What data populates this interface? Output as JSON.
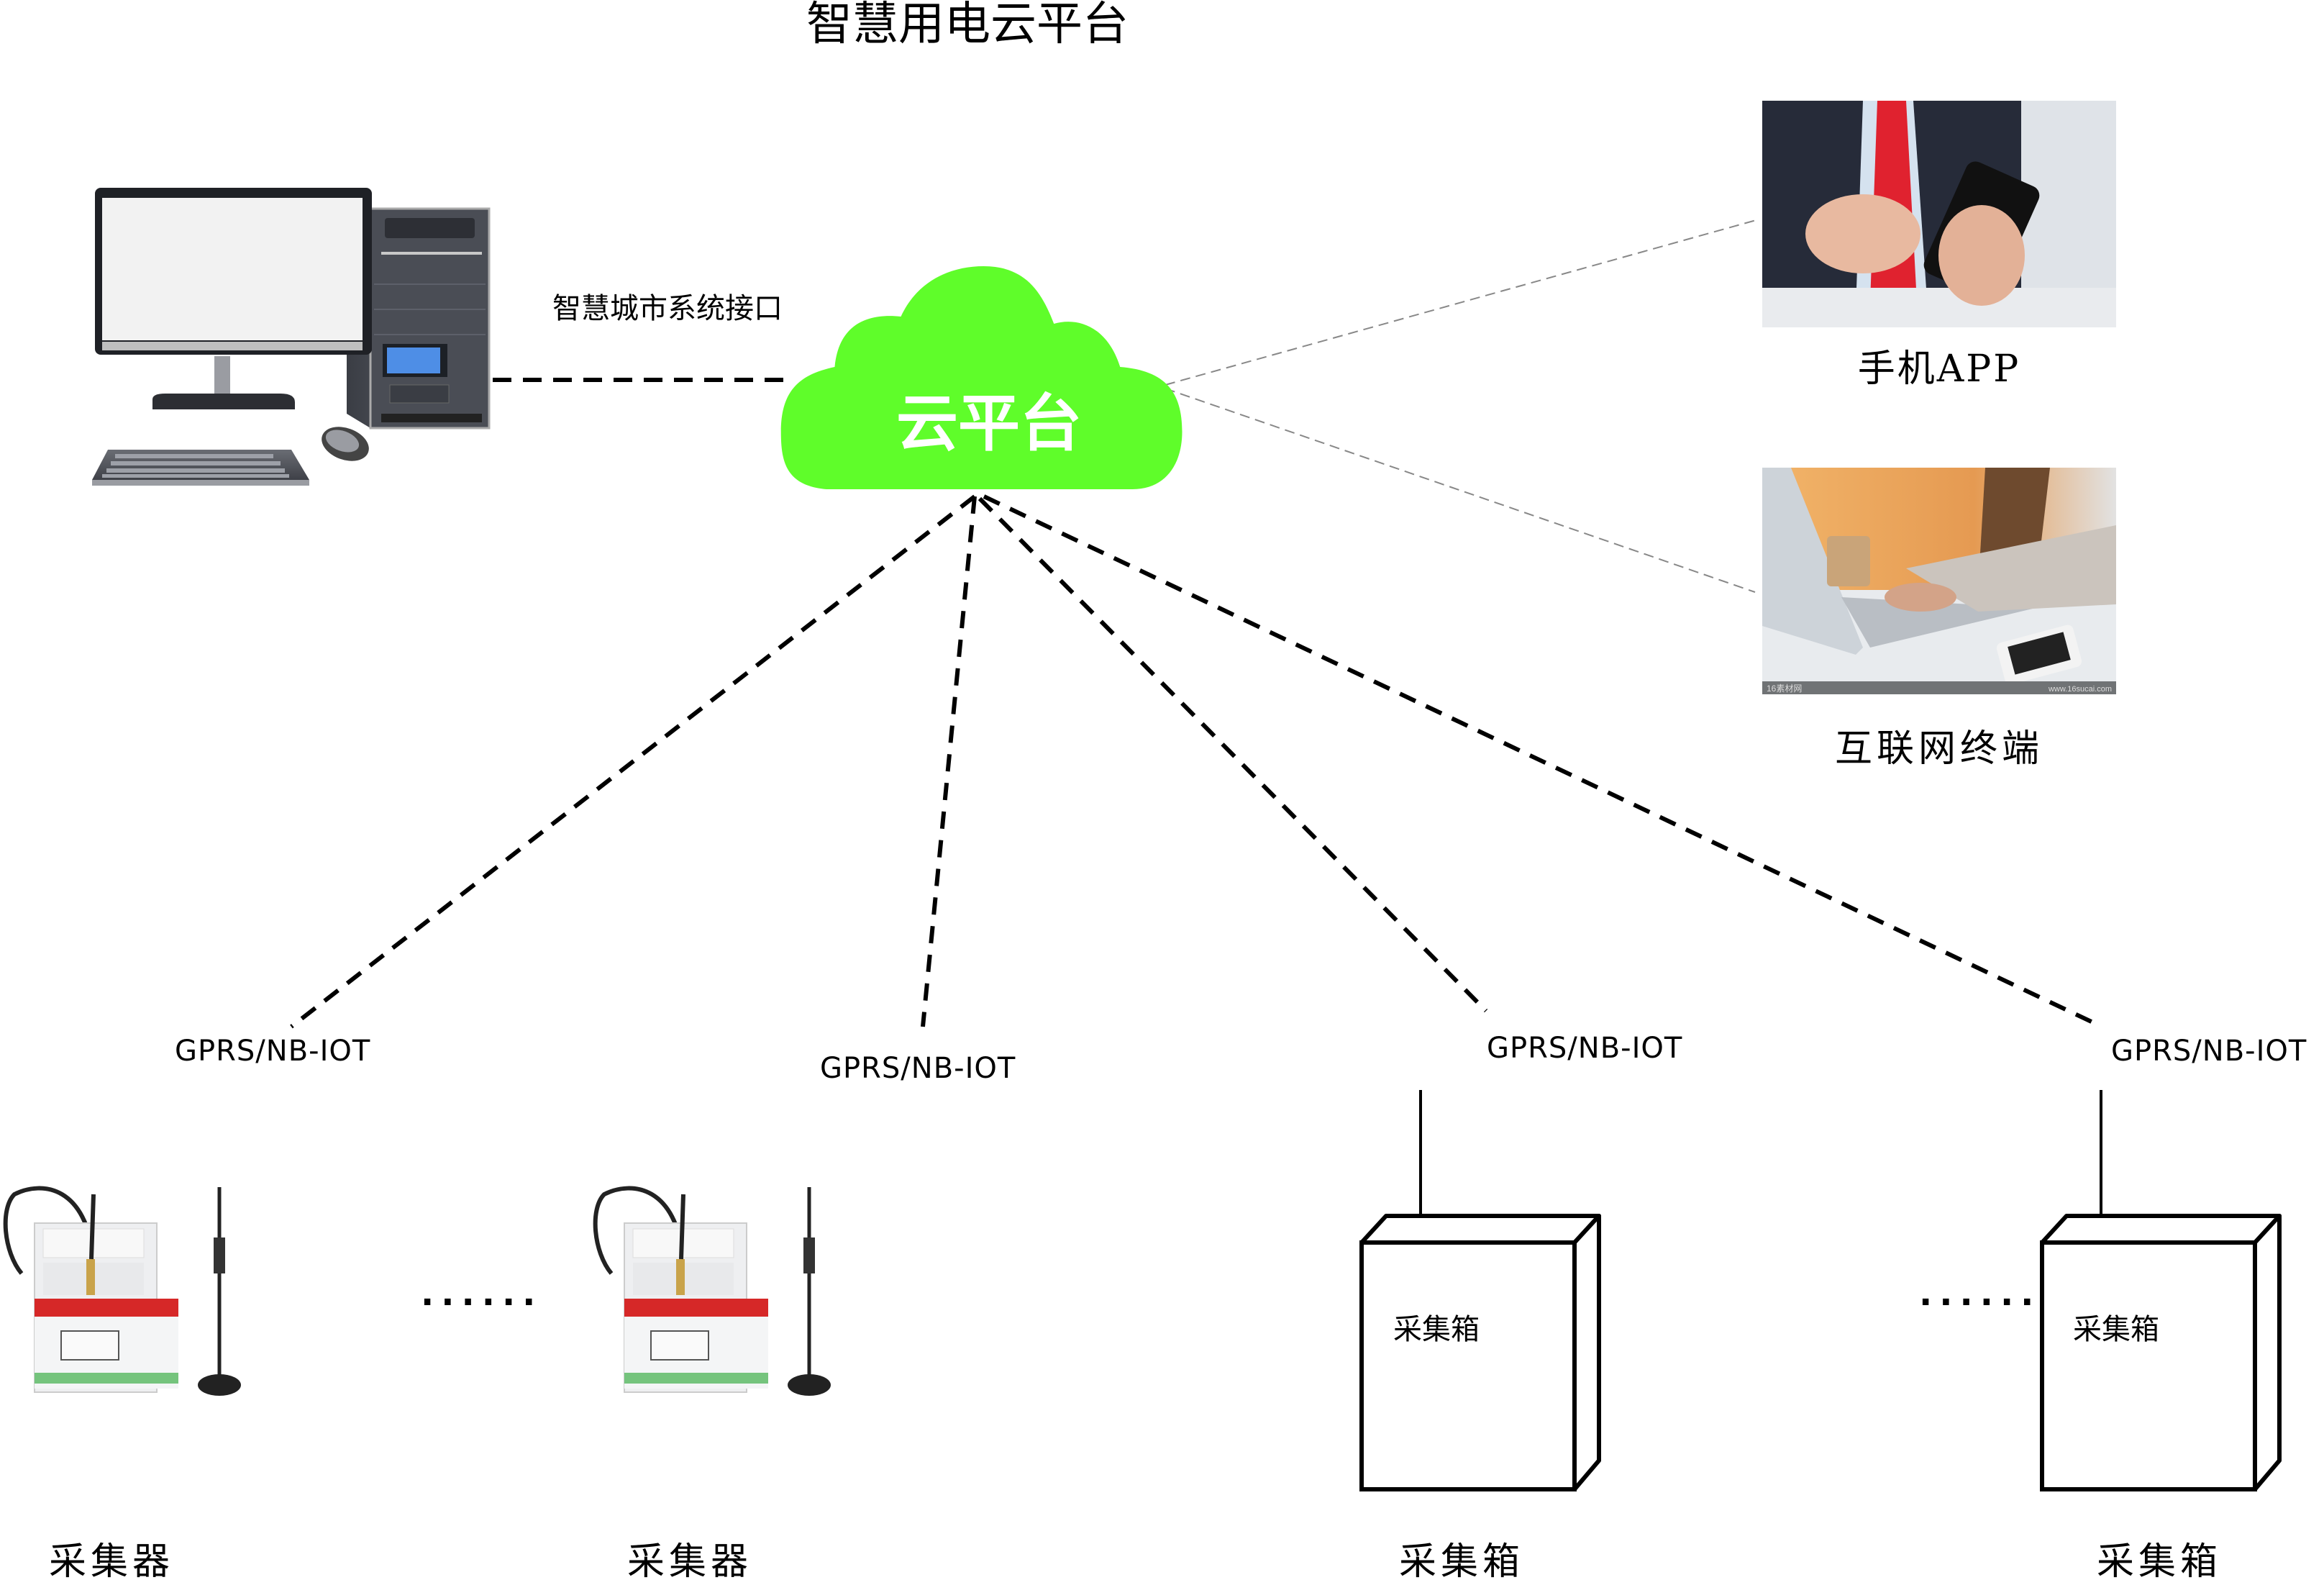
{
  "title": "智慧用电云平台",
  "pc": {
    "label": "智慧城市系统接口"
  },
  "cloud": {
    "label": "云平台",
    "color": "#5ffd2a"
  },
  "clients": [
    {
      "label": "手机APP"
    },
    {
      "label": "互联网终端",
      "watermark_left": "16素材网",
      "watermark_right": "www.16sucai.com"
    }
  ],
  "link_labels": [
    "GPRS/NB-IOT",
    "GPRS/NB-IOT",
    "GPRS/NB-IOT",
    "GPRS/NB-IOT"
  ],
  "devices": {
    "collectors": [
      {
        "label": "采集器"
      },
      {
        "label": "采集器"
      }
    ],
    "boxes": [
      {
        "label": "采集箱",
        "inner_label": "采集箱"
      },
      {
        "label": "采集箱",
        "inner_label": "采集箱"
      }
    ],
    "ellipsis": "......"
  }
}
